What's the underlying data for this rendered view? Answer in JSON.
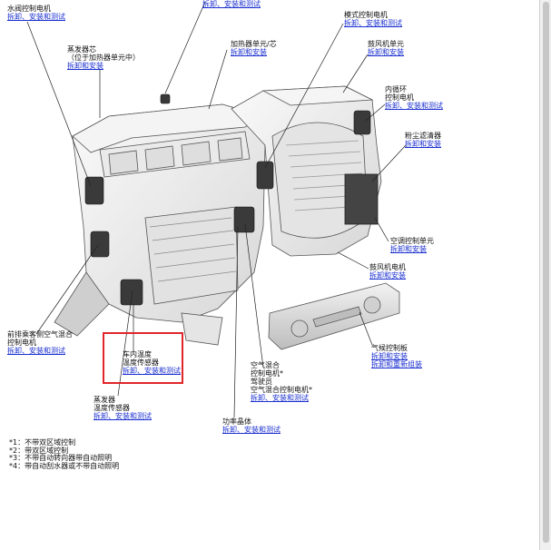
{
  "labels": {
    "heater_valve_motor": {
      "title": "水阀控制电机",
      "link": "拆卸、安装和测试"
    },
    "top_sensor": {
      "link": "拆卸、安装和测试"
    },
    "mode_motor": {
      "title": "模式控制电机",
      "link": "拆卸、安装和测试"
    },
    "heater_core": {
      "title": "加热器单元/芯",
      "link": "拆卸和安装"
    },
    "evaporator": {
      "title": "蒸发器芯",
      "note": "（位于加热器单元中）",
      "link": "拆卸和安装"
    },
    "blower_unit": {
      "title": "鼓风机单元",
      "link": "拆卸和安装"
    },
    "recirc_motor": {
      "title_line1": "内循环",
      "title_line2": "控制电机",
      "link": "拆卸、安装和测试"
    },
    "dust_filter": {
      "title": "粉尘滤清器",
      "link": "拆卸和安装"
    },
    "ac_control_unit": {
      "title": "空调控制单元",
      "link": "拆卸和安装"
    },
    "blower_motor": {
      "title": "鼓风机电机",
      "link": "拆卸和安装"
    },
    "passenger_mix_motor": {
      "title_line1": "前排乘客侧空气混合",
      "title_line2": "控制电机",
      "link": "拆卸、安装和测试"
    },
    "climate_panel": {
      "title": "气候控制板",
      "link_line1": "拆卸和安装",
      "link_line2": "拆卸和重新组装"
    },
    "incar_sensor": {
      "title_line1": "车内温度",
      "title_line2": "温度传感器",
      "link": "拆卸、安装和测试"
    },
    "air_mix_motor": {
      "title_line1": "空气混合",
      "title_line2": "控制电机",
      "title_mark": "*",
      "sub1": "驾驶员",
      "sub2": "空气混合控制电机",
      "sub_mark": "*",
      "link": "拆卸、安装和测试"
    },
    "evap_temp_sensor": {
      "title_line1": "蒸发器",
      "title_line2": "温度传感器",
      "link": "拆卸、安装和测试"
    },
    "power_transistor": {
      "title": "功率晶体",
      "link": "拆卸、安装和测试"
    }
  },
  "notes": [
    "*1：不带双区域控制",
    "*2：带双区域控制",
    "*3：不带自动转向器带自动照明",
    "*4：带自动刮水器或不带自动照明"
  ],
  "colors": {
    "link": "#1a2fcf",
    "highlight": "#e0262a",
    "line": "#222222"
  }
}
